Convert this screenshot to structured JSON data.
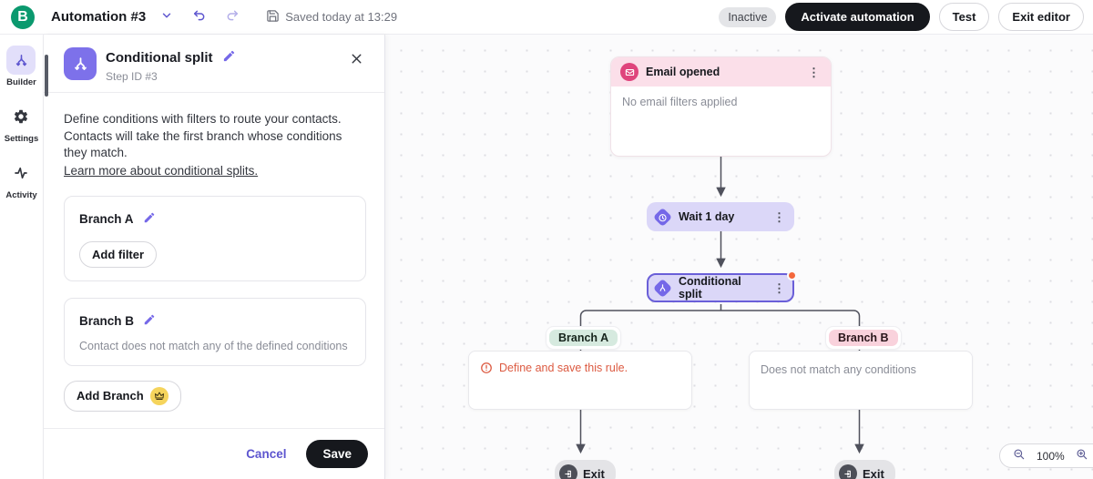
{
  "topbar": {
    "logo_letter": "B",
    "title": "Automation #3",
    "saved_status": "Saved today at 13:29",
    "inactive_badge": "Inactive",
    "activate_button": "Activate automation",
    "test_button": "Test",
    "exit_button": "Exit editor"
  },
  "sidebar": {
    "items": [
      {
        "label": "Builder",
        "icon": "split-icon",
        "active": true
      },
      {
        "label": "Settings",
        "icon": "gear-icon",
        "active": false
      },
      {
        "label": "Activity",
        "icon": "pulse-icon",
        "active": false
      }
    ]
  },
  "panel": {
    "title": "Conditional split",
    "step_id": "Step ID #3",
    "description": "Define conditions with filters to route your contacts. Contacts will take the first branch whose conditions they match.",
    "learn_more_link": "Learn more about conditional splits.",
    "branch_a": {
      "title": "Branch A",
      "add_filter_button": "Add filter"
    },
    "branch_b": {
      "title": "Branch B",
      "description": "Contact does not match any of the defined conditions"
    },
    "add_branch_button": "Add Branch",
    "cancel_button": "Cancel",
    "save_button": "Save"
  },
  "canvas": {
    "email_node": {
      "title": "Email opened",
      "body": "No email filters applied"
    },
    "wait_node": {
      "title": "Wait 1 day"
    },
    "split_node": {
      "title": "Conditional split"
    },
    "branch_a_label": "Branch A",
    "branch_b_label": "Branch B",
    "rule_a_warning": "Define and save this rule.",
    "rule_b_text": "Does not match any conditions",
    "exit_label": "Exit",
    "zoom_level": "100%"
  },
  "colors": {
    "brand_green": "#0b996e",
    "accent_purple": "#7568e8",
    "node_purple_bg": "#dbd7f8",
    "email_pink_header": "#fbdfe9",
    "email_pink_icon": "#df447c",
    "branch_a_green": "#d6eadf",
    "branch_b_pink": "#f9d2dc",
    "warning_orange": "#dc5a41",
    "alert_dot_orange": "#f4683c",
    "primary_button_black": "#16181d"
  }
}
